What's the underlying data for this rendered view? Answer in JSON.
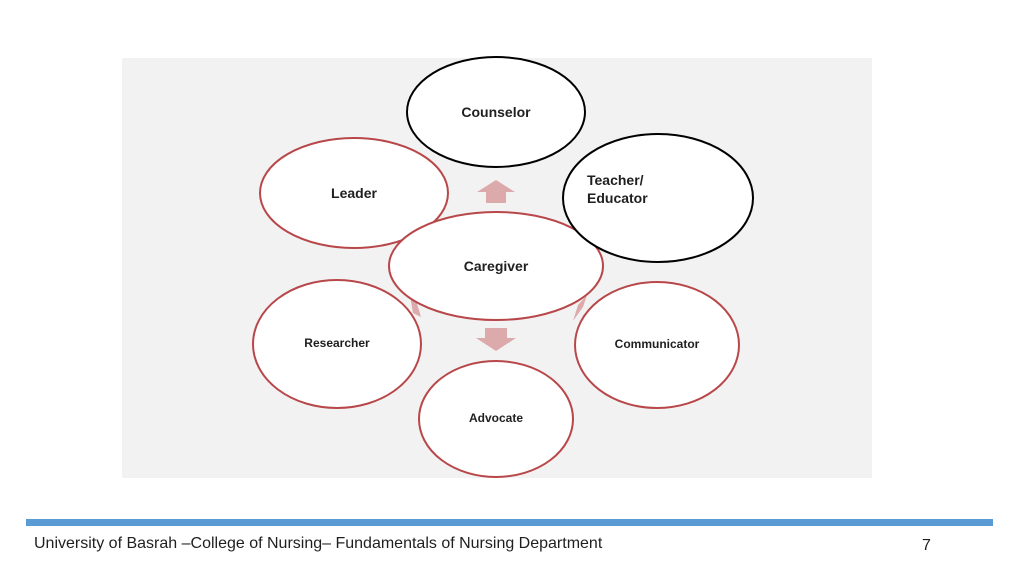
{
  "diagram": {
    "center": "Caregiver",
    "roles": {
      "counselor": "Counselor",
      "leader": "Leader",
      "teacher": "Teacher/\nEducator",
      "researcher": "Researcher",
      "communicator": "Communicator",
      "advocate": "Advocate"
    },
    "colors": {
      "panel": "#f2f2f2",
      "red_outline": "#b8474a",
      "black_outline": "#000000",
      "arrow": "#dcaaaa"
    }
  },
  "footer": {
    "text": "University of Basrah –College of Nursing– Fundamentals of Nursing Department",
    "page_number": "7",
    "rule_color": "#5b9bd5"
  }
}
